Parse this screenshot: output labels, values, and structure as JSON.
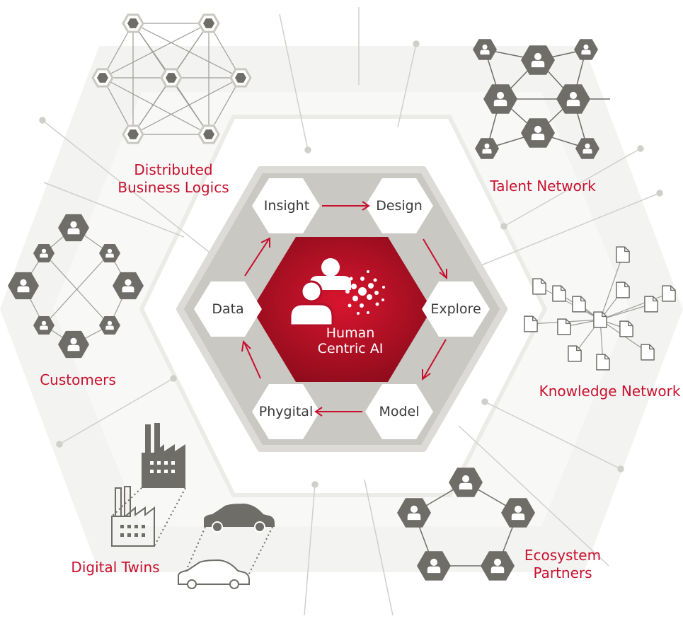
{
  "center": {
    "line1": "Human",
    "line2": "Centric AI"
  },
  "cycle": {
    "insight": "Insight",
    "design": "Design",
    "explore": "Explore",
    "model": "Model",
    "phygital": "Phygital",
    "data": "Data"
  },
  "outer": {
    "distributed_line1": "Distributed",
    "distributed_line2": "Business Logics",
    "talent": "Talent Network",
    "customers": "Customers",
    "knowledge": "Knowledge Network",
    "digital_twins": "Digital Twins",
    "ecosystem_line1": "Ecosystem",
    "ecosystem_line2": "Partners"
  },
  "colors": {
    "accent": "#c8102e",
    "accent_dark": "#8e0c1c",
    "node": "#6e6d68",
    "panel": "#c9c8c3"
  }
}
